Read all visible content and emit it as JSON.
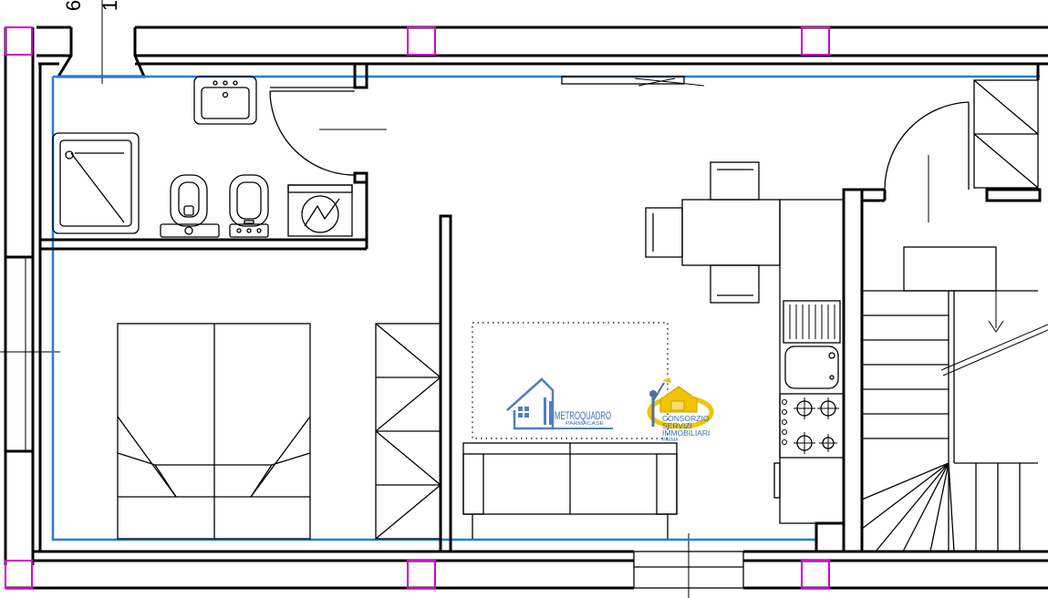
{
  "floor_plan": {
    "dimension_marks": [
      "6",
      "1"
    ]
  },
  "logos": {
    "metroquadro": {
      "name": "METROQUADRO",
      "sub": "PARMACASE"
    },
    "consorzio": {
      "line1": "CONSORZIO",
      "line2": "SERVIZI",
      "line3": "IMMOBILIARI",
      "line4": "PARMA"
    }
  },
  "colors": {
    "walls": "#000000",
    "room_outline": "#1e7fe0",
    "column_markers": "#d100d1",
    "logo_blue": "#4f7fbf",
    "logo_yellow": "#f2c300"
  }
}
